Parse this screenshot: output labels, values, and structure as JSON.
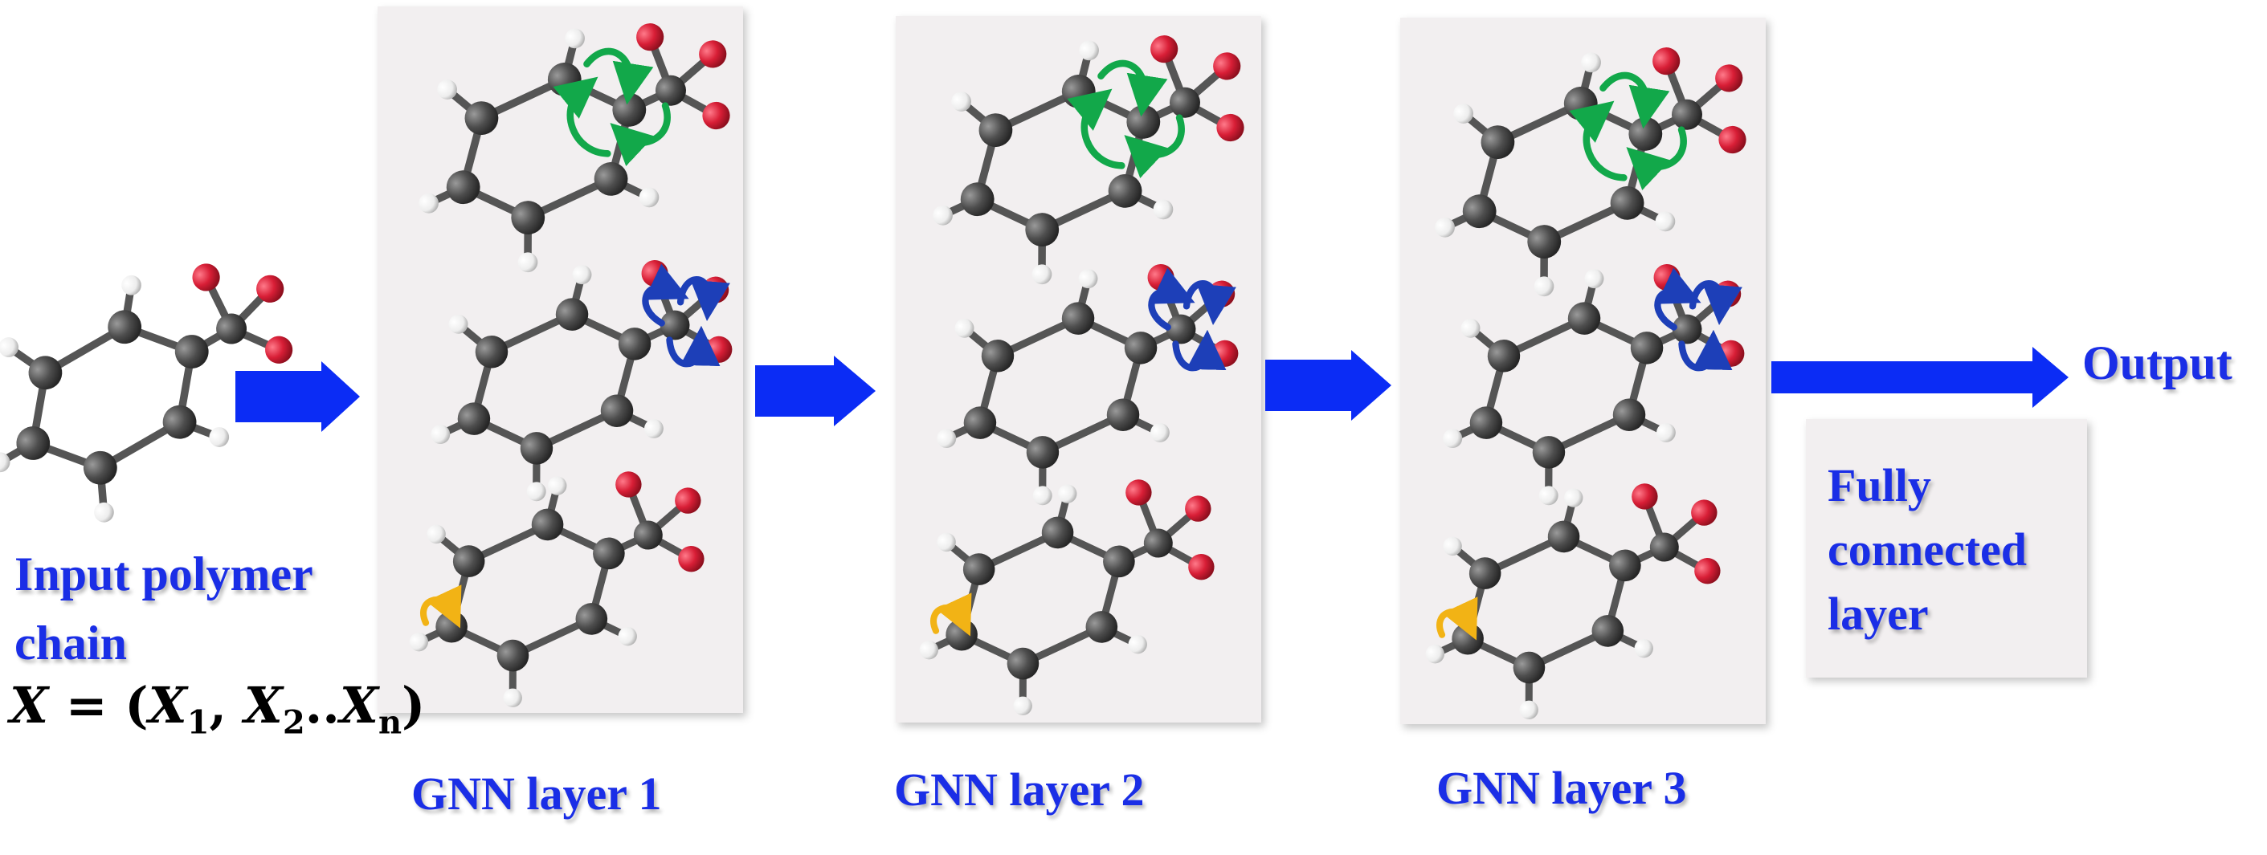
{
  "input": {
    "label_line1": "Input polymer",
    "label_line2": "chain",
    "formula": {
      "lhs": "X",
      "eq": " = (",
      "x1": "X",
      "s1": "1",
      "comma": ", ",
      "x2": "X",
      "s2": "2",
      "dots": "..",
      "xn": "X",
      "sn": "n",
      "close": ")"
    }
  },
  "gnn_layers": [
    {
      "label": "GNN layer 1"
    },
    {
      "label": "GNN layer 2"
    },
    {
      "label": "GNN layer 3"
    }
  ],
  "fully_connected": {
    "line1": "Fully",
    "line2": "connected",
    "line3": "layer"
  },
  "output": {
    "label": "Output"
  },
  "colors": {
    "text": "#1a2ee6",
    "arrow": "#0b2cf5",
    "panel": "#f2eff0",
    "carbon": "#4a4a4a",
    "hydrogen": "#f4f4f4",
    "oxygen": "#d81e36",
    "ring_arrow": "#12a84a",
    "bond_arrow": "#1d3fb8",
    "h_arrow": "#f2b315"
  }
}
